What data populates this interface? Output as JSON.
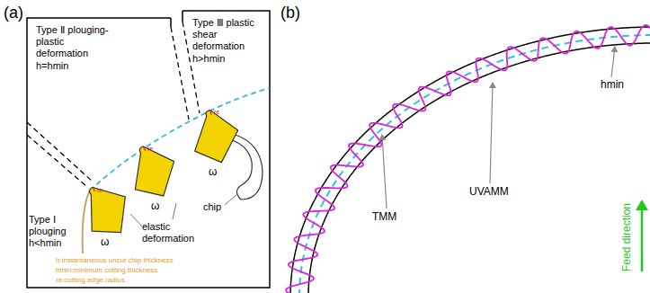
{
  "diagram": {
    "labels": [
      "(a)",
      "Type Ⅱ plouging-plastic deformation h=hmin",
      "Type Ⅲ plastic shear deformation h>hmin",
      "Type Ⅰ plouging h<hmin",
      "elastic deformation",
      "chip",
      "ω",
      "ω",
      "ω",
      "re",
      "re",
      "re",
      "h:instantaneous uncut chip thickness",
      "hmin:minimum cutting thickness",
      "re:cutting edge radius",
      "(b)",
      "hmin",
      "TMM",
      "UVAMM",
      "Feed direction"
    ]
  }
}
